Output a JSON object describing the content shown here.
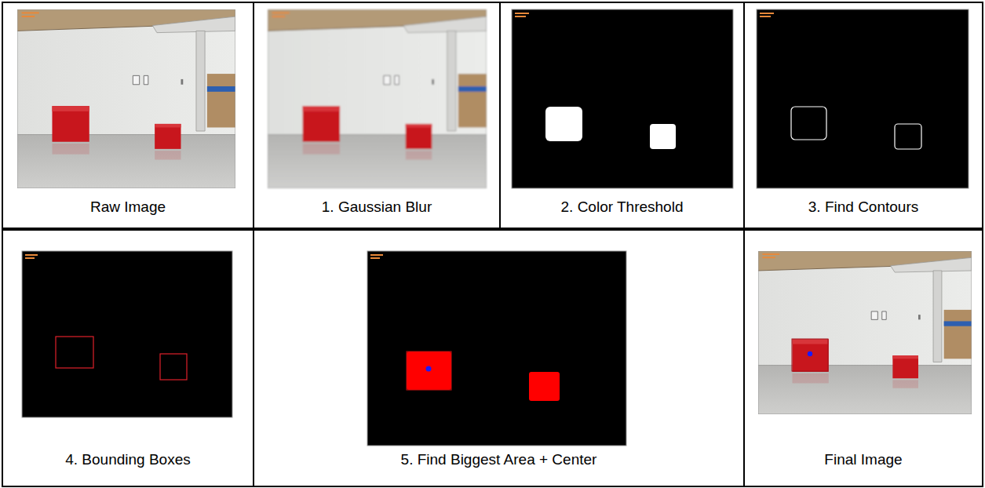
{
  "diagram": {
    "nodes": [
      {
        "text": [
          "Raw Image"
        ]
      },
      {
        "text": [
          "1. Gaussian Blur"
        ]
      },
      {
        "text": [
          "2. Color Threshold"
        ]
      },
      {
        "text": [
          "3. Find Contours"
        ]
      },
      {
        "text": [
          "4. Bounding Boxes"
        ]
      },
      {
        "text": [
          "5. Find Biggest Area + Center"
        ]
      },
      {
        "text": [
          "Final Image"
        ]
      }
    ]
  }
}
